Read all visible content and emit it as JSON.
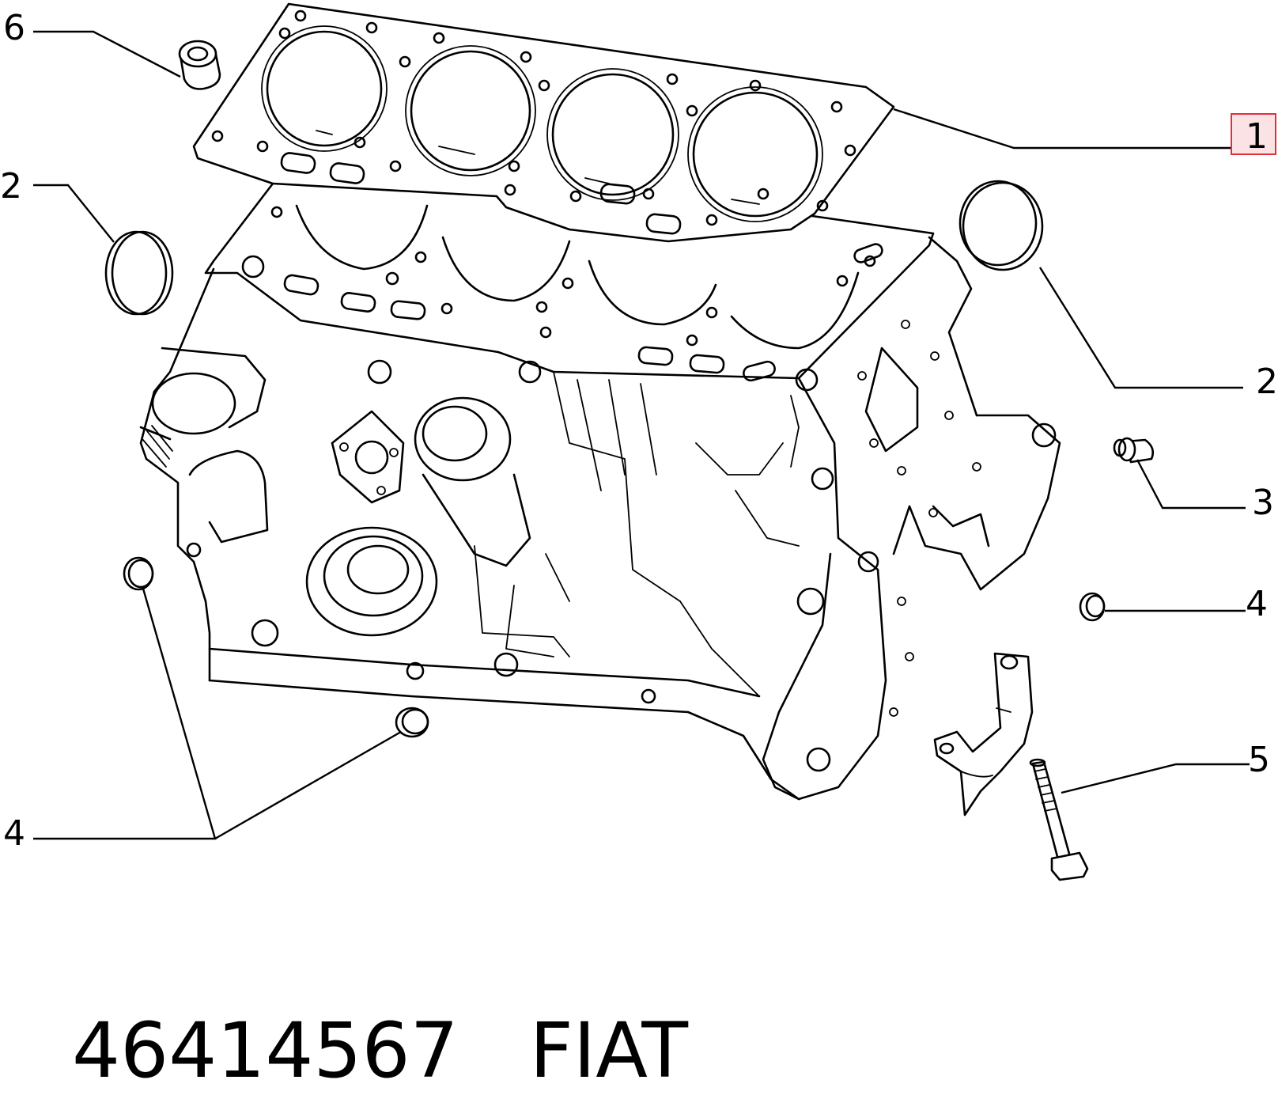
{
  "callouts": {
    "c6": "6",
    "c1": "1",
    "c2_left": "2",
    "c2_right": "2",
    "c3": "3",
    "c4_right": "4",
    "c5": "5",
    "c4_left": "4"
  },
  "highlight_color": "#e0303a",
  "highlight_fill": "#fbe3e5",
  "footer": {
    "part_number": "46414567",
    "brand": "FIAT"
  }
}
